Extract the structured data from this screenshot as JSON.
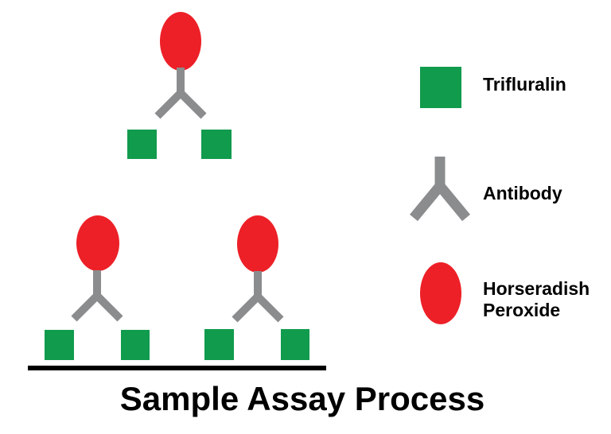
{
  "title": "Sample Assay Process",
  "colors": {
    "trifluralin": "#119b4d",
    "peroxide": "#ed2027",
    "antibody": "#8a8c8e",
    "line": "#000000",
    "text": "#000000"
  },
  "legend": {
    "items": [
      {
        "icon": "trifluralin-square-icon",
        "label": "Trifluralin"
      },
      {
        "icon": "antibody-y-icon",
        "label": "Antibody"
      },
      {
        "icon": "horseradish-peroxide-oval-icon",
        "label": "Horseradish Peroxide"
      }
    ]
  },
  "diagram": {
    "complex_count": 3,
    "squares_per_complex": 2
  }
}
